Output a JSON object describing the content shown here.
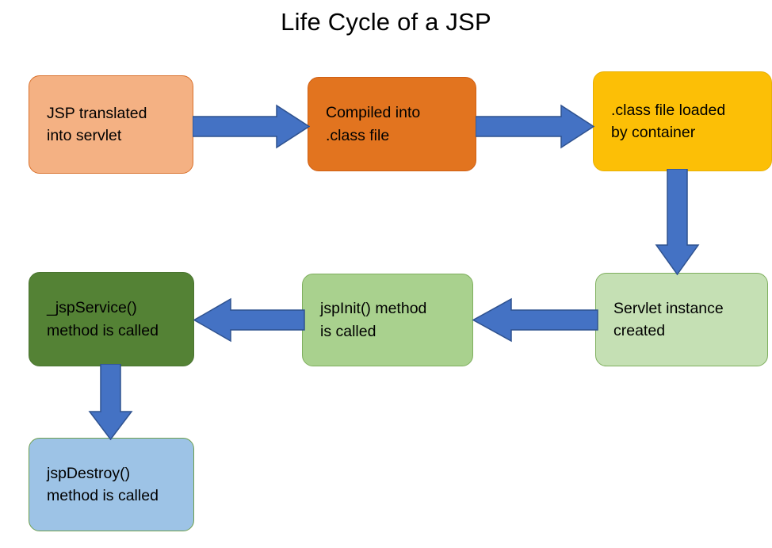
{
  "diagram": {
    "title": "Life Cycle of a JSP",
    "type": "flowchart",
    "colors": {
      "arrow_fill": "#4472C4",
      "arrow_stroke": "#2F528F",
      "translate_fill": "#F4B183",
      "compile_fill": "#E2741F",
      "load_fill": "#FCBF06",
      "instance_fill": "#C5E0B4",
      "init_fill": "#A9D18E",
      "service_fill": "#548235",
      "destroy_fill": "#9DC3E6"
    },
    "nodes": [
      {
        "id": "translate",
        "label": "JSP translated\ninto servlet"
      },
      {
        "id": "compile",
        "label": "Compiled into\n.class file"
      },
      {
        "id": "load",
        "label": ".class file loaded\nby container"
      },
      {
        "id": "instance",
        "label": "Servlet instance\ncreated"
      },
      {
        "id": "init",
        "label": "jspInit() method\nis called"
      },
      {
        "id": "service",
        "label": "_jspService()\nmethod is called"
      },
      {
        "id": "destroy",
        "label": "jspDestroy()\nmethod is called"
      }
    ],
    "edges": [
      {
        "from": "translate",
        "to": "compile",
        "direction": "right"
      },
      {
        "from": "compile",
        "to": "load",
        "direction": "right"
      },
      {
        "from": "load",
        "to": "instance",
        "direction": "down"
      },
      {
        "from": "instance",
        "to": "init",
        "direction": "left"
      },
      {
        "from": "init",
        "to": "service",
        "direction": "left"
      },
      {
        "from": "service",
        "to": "destroy",
        "direction": "down"
      }
    ]
  }
}
